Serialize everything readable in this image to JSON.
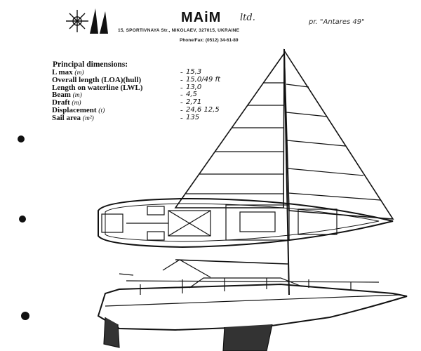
{
  "header": {
    "company": "MAiM",
    "company_suffix": "ltd.",
    "address": "15, SPORTIVNAYA Str., NIKOLAEV, 327015, UKRAINE",
    "phone": "Phone/Fax: (0512) 34-61-89",
    "project": "pr. \"Antares 49\""
  },
  "specs": {
    "title": "Principal dimensions:",
    "rows": [
      {
        "label": "L max",
        "unit": "(m)",
        "value": "15,3"
      },
      {
        "label": "Overall length (LOA)(hull)",
        "unit": "",
        "value": "15,0/49 ft"
      },
      {
        "label": "Length on waterline (LWL)",
        "unit": "",
        "value": "13,0"
      },
      {
        "label": "Beam",
        "unit": "(m)",
        "value": "4,5"
      },
      {
        "label": "Draft",
        "unit": "(m)",
        "value": "2,71"
      },
      {
        "label": "Displacement",
        "unit": "(t)",
        "value": "24,6 12,5"
      },
      {
        "label": "Sail area",
        "unit": "(m²)",
        "value": "135"
      }
    ]
  },
  "colors": {
    "ink": "#111111",
    "paper": "#ffffff"
  }
}
